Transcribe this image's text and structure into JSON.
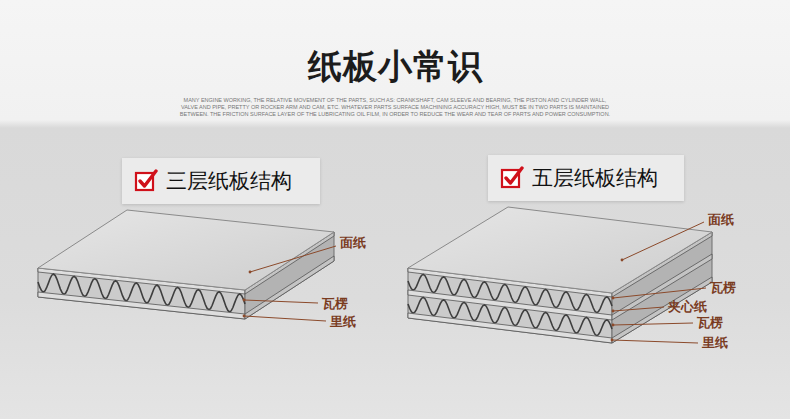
{
  "diagram": {
    "title": "纸板小常识",
    "nodes": [
      {
        "text": [
          "三层纸板结构"
        ]
      },
      {
        "text": [
          "五层纸板结构"
        ]
      }
    ],
    "labels": [
      "MANY ENGINE WORKING, THE RELATIVE MOVEMENT OF THE PARTS, SUCH AS: CRANKSHAFT, CAM SLEEVE AND BEARING, THE PISTON AND CYLINDER WALL, VALVE AND PIPE, PRETTY OR ROCKER ARM AND CAM, ETC. WHATEVER PARTS SURFACE MACHINING ACCURACY HIGH, MUST BE IN TWO PARTS IS MAINTAINED BETWEEN. THE FRICTION SURFACE LAYER OF THE LUBRICATING OIL FILM, IN ORDER TO REDUCE THE WEAR AND TEAR OF PARTS AND POWER CONSUMPTION.",
      "面纸",
      "瓦楞",
      "里纸",
      "面纸",
      "瓦楞",
      "夹心纸",
      "瓦楞",
      "里纸"
    ]
  }
}
